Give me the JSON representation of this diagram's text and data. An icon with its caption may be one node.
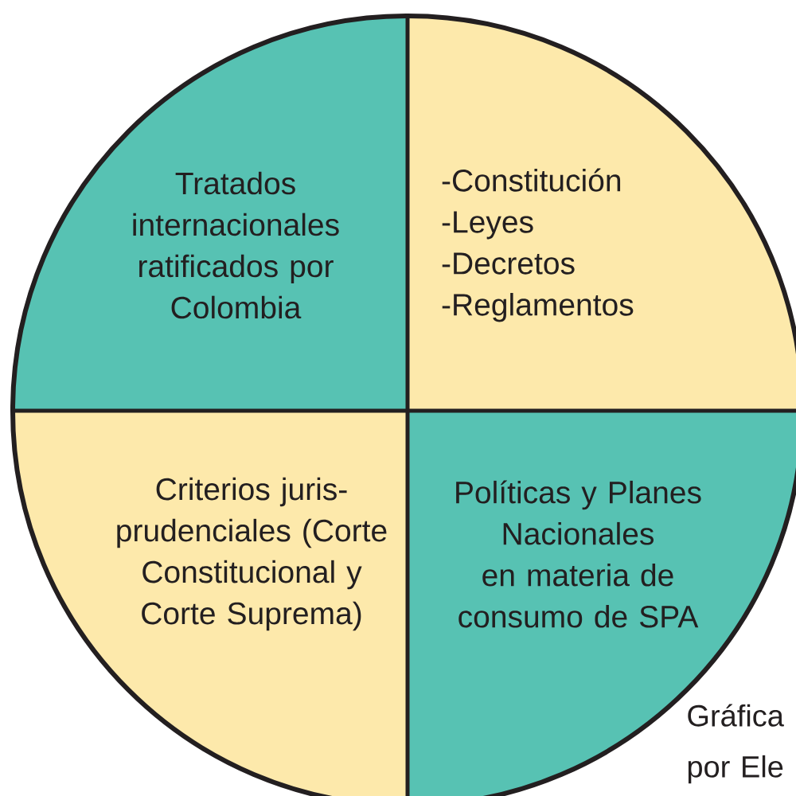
{
  "diagram": {
    "nodes": [
      {
        "text": [
          "Tratados internacionales ratificados por Colombia"
        ]
      },
      {
        "text": [
          "-Constitución",
          "-Leyes",
          "-Decretos",
          "-Reglamentos"
        ]
      },
      {
        "text": [
          "Criterios juris- prudenciales (Corte Constitucional y Corte Suprema)"
        ]
      },
      {
        "text": [
          "Políticas y Planes Nacionales en materia de consumo de SPA"
        ]
      }
    ],
    "labels": [
      "Gráfica por Ele"
    ]
  }
}
